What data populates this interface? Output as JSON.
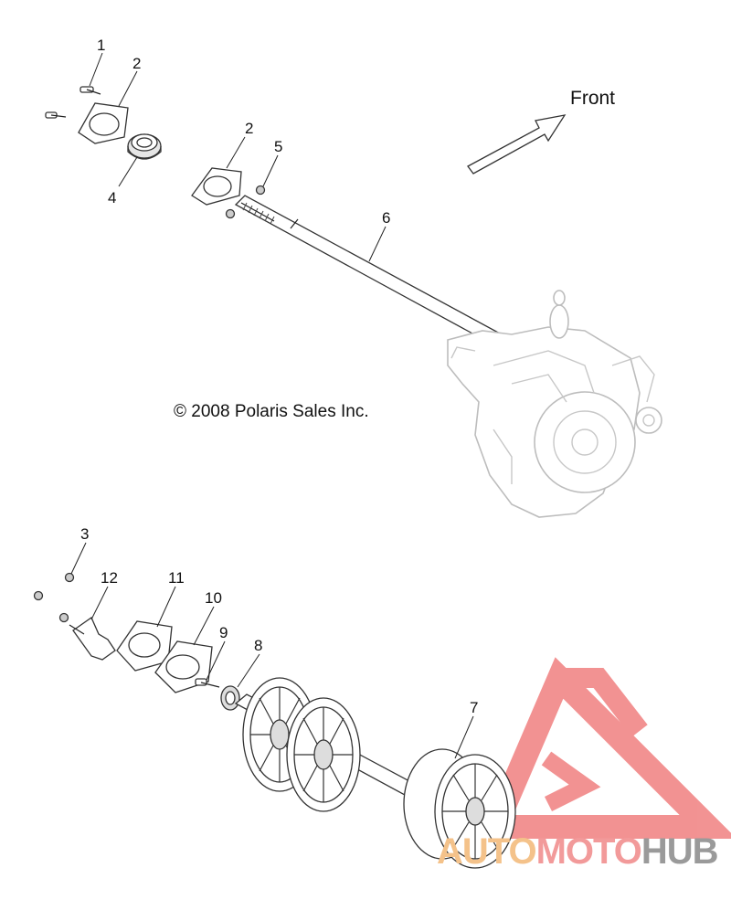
{
  "diagram": {
    "callouts": [
      "1",
      "2",
      "2",
      "3",
      "4",
      "5",
      "6",
      "7",
      "8",
      "9",
      "10",
      "11",
      "12"
    ],
    "copyright": "© 2008 Polaris Sales Inc.",
    "direction_label": "Front",
    "watermark": {
      "part_a": "AUTO",
      "part_b": "MOTO",
      "part_c": "HUB",
      "colors": {
        "triangle": "#f08080",
        "auto": "#f4c28a",
        "moto": "#f29a9a",
        "hub": "#9a9a9a"
      }
    }
  }
}
